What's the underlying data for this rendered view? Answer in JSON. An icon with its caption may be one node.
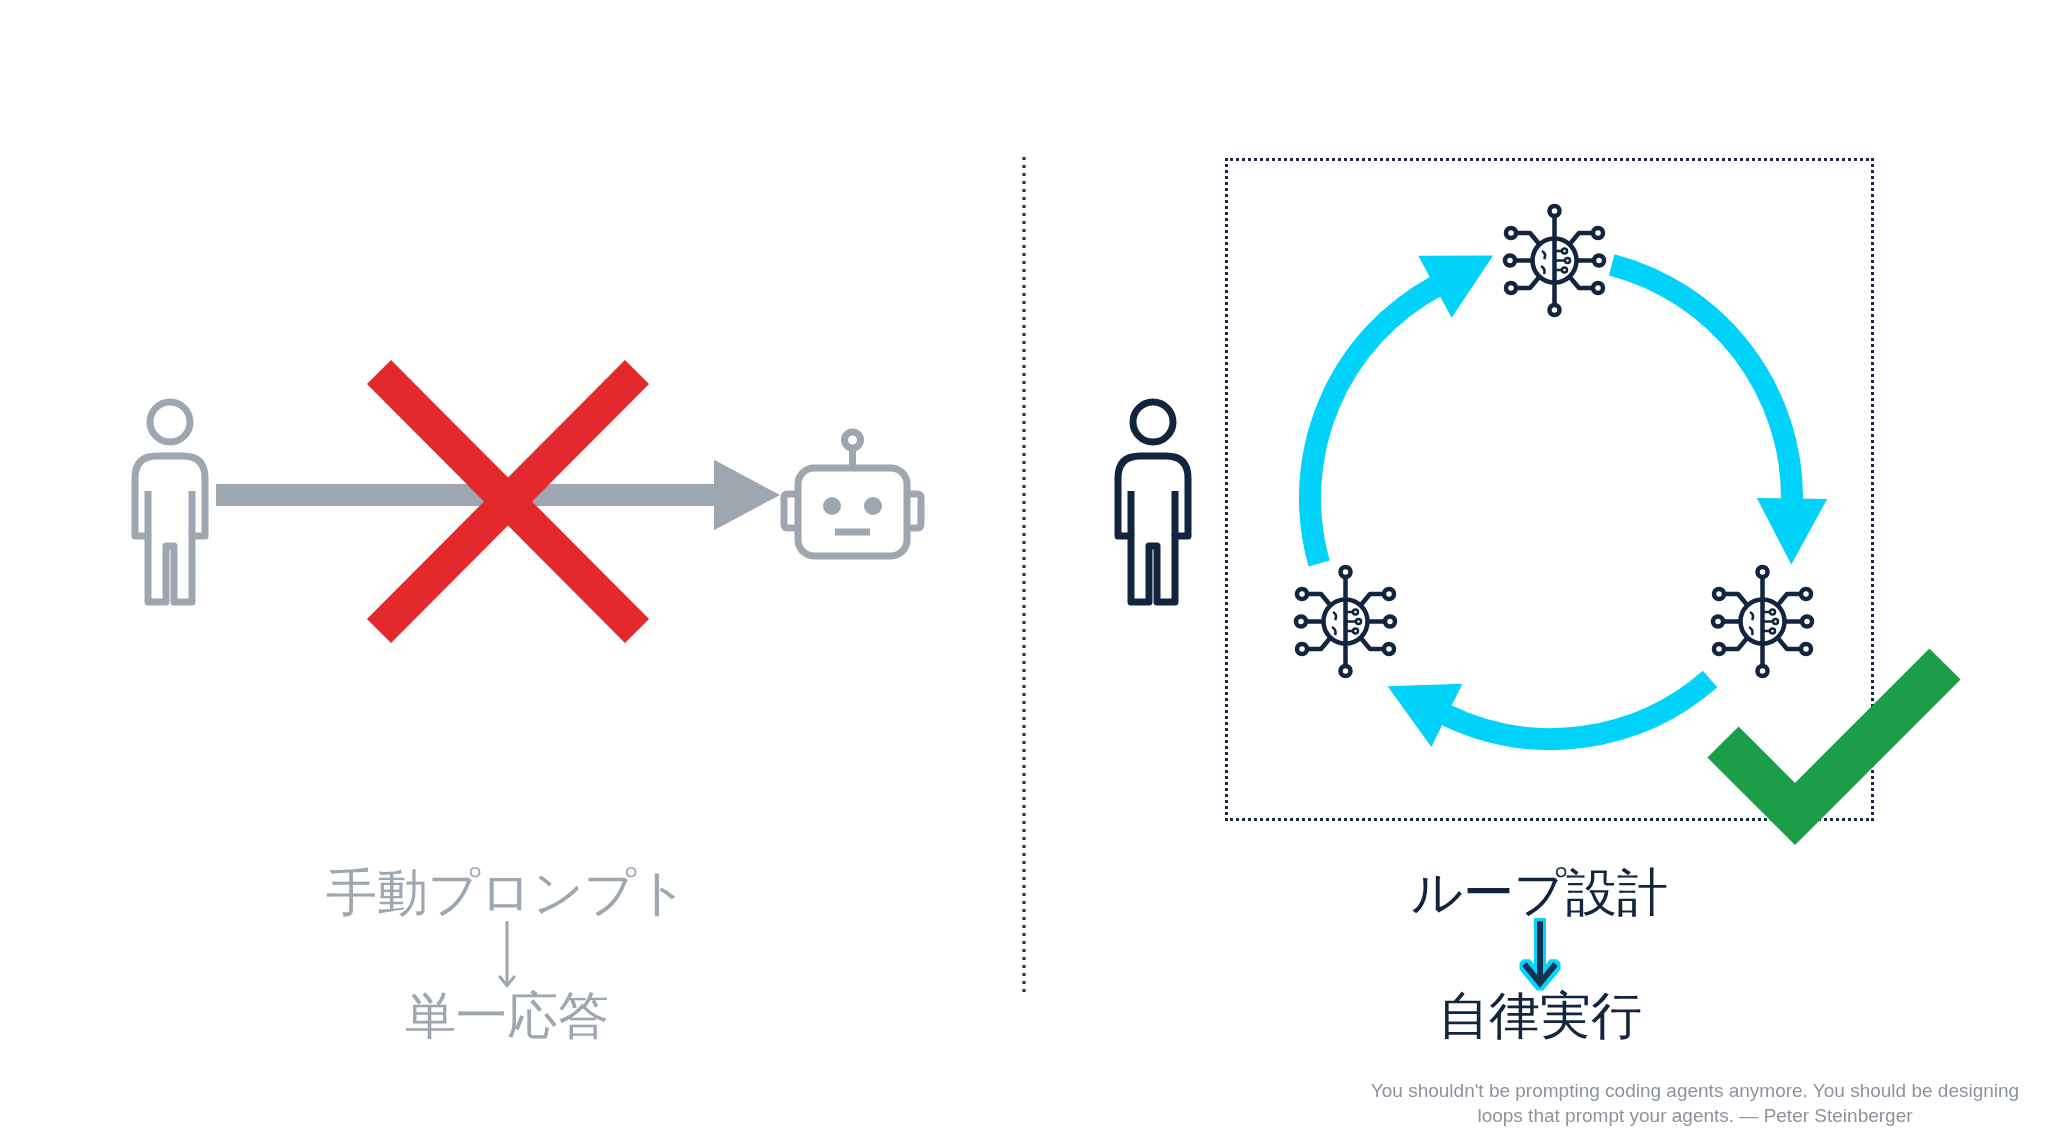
{
  "diagram": {
    "caption": "You shouldn't be prompting coding agents anymore. You should be designing loops that prompt your agents. — Peter Steinberger",
    "nodes": [
      {
        "text": [],
        "shape": "person"
      },
      {
        "text": [],
        "shape": "robot"
      },
      {
        "text": [
          "手動プロンプト"
        ]
      },
      {
        "text": [
          "単一応答"
        ]
      },
      {
        "text": [],
        "shape": "person"
      },
      {
        "text": [],
        "shape": "box"
      },
      {
        "text": [],
        "shape": "chip",
        "in": 5
      },
      {
        "text": [],
        "shape": "chip",
        "in": 5
      },
      {
        "text": [],
        "shape": "chip",
        "in": 5
      },
      {
        "text": [
          "ループ設計"
        ]
      },
      {
        "text": [
          "自律実行"
        ]
      }
    ],
    "edges": [
      {
        "from": 0,
        "to": 1,
        "arrow": "to",
        "color": "#9ea6b0"
      },
      {
        "from": 2,
        "to": 3,
        "arrow": "to",
        "color": "#9ea6b0"
      },
      {
        "from": 6,
        "to": 7,
        "arrow": "to",
        "color": "#00d2fa"
      },
      {
        "from": 7,
        "to": 8,
        "arrow": "to",
        "color": "#00d2fa"
      },
      {
        "from": 8,
        "to": 6,
        "arrow": "to",
        "color": "#00d2fa"
      },
      {
        "from": 9,
        "to": 10,
        "arrow": "to",
        "color": "#13304f"
      }
    ]
  }
}
